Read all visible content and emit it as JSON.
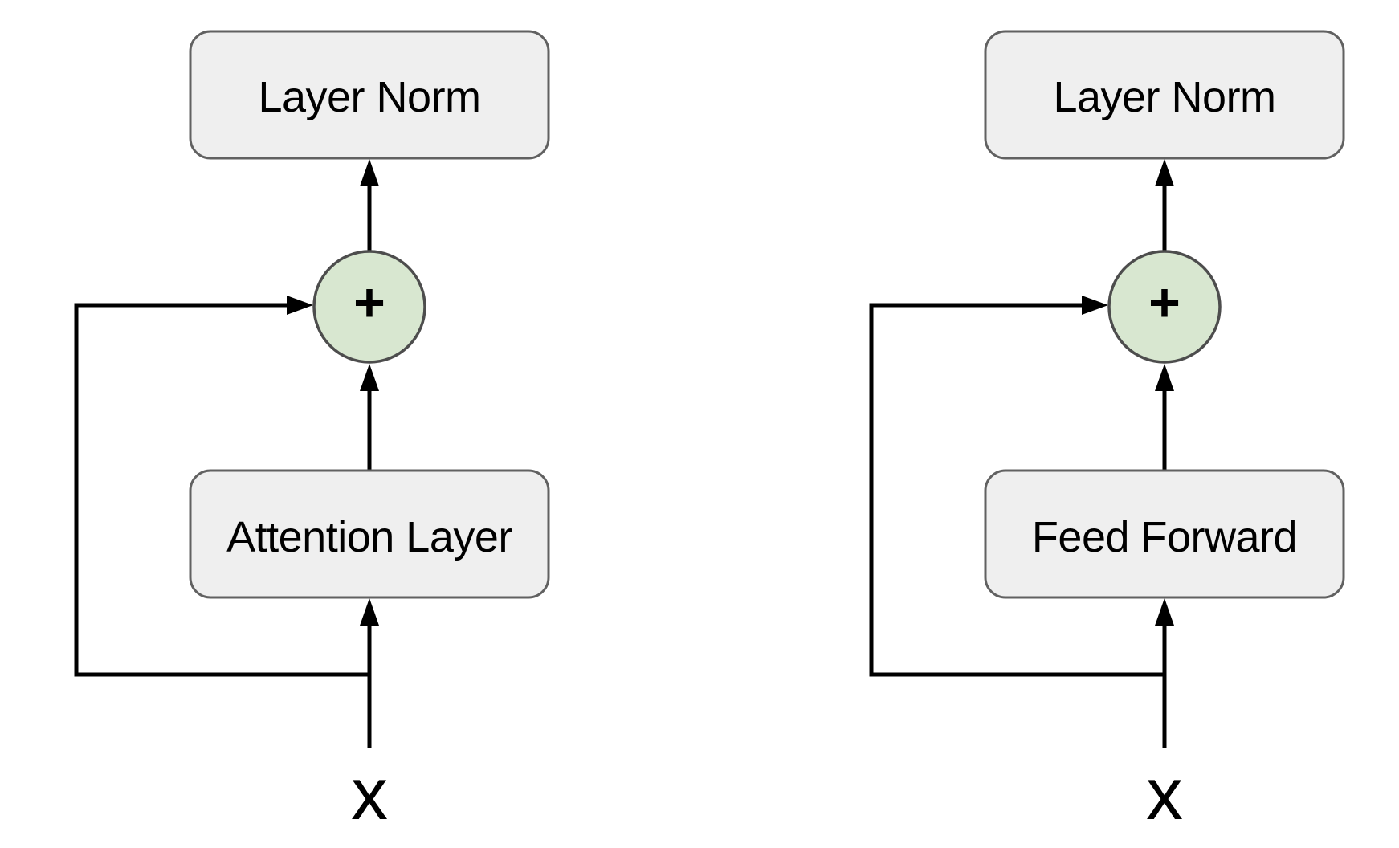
{
  "diagram": {
    "colors": {
      "background": "#ffffff",
      "box_fill": "#efefef",
      "box_border": "#616161",
      "circle_fill": "#d8e7d0",
      "circle_border": "#4d4d4d",
      "line": "#000000",
      "text": "#000000"
    },
    "blocks": {
      "left": {
        "top_box_label": "Layer Norm",
        "operator_label": "+",
        "bottom_box_label": "Attention Layer",
        "input_label": "x"
      },
      "right": {
        "top_box_label": "Layer Norm",
        "operator_label": "+",
        "bottom_box_label": "Feed Forward",
        "input_label": "x"
      }
    }
  }
}
